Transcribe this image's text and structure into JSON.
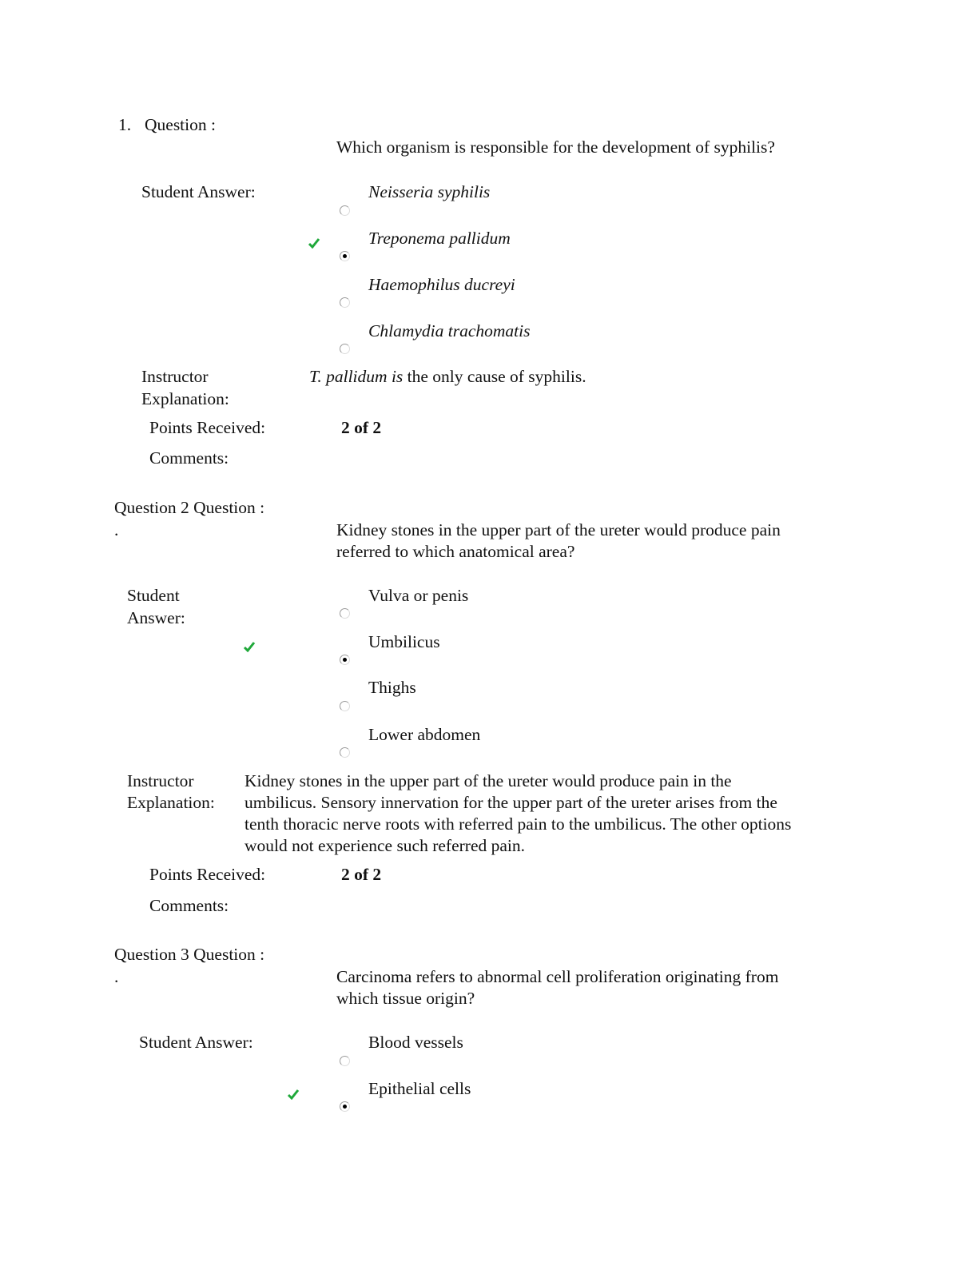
{
  "questions": [
    {
      "number_label": "1.",
      "question_label": "Question :",
      "prompt": "Which organism is responsible for the development of syphilis?",
      "student_answer_label": "Student Answer:",
      "options": [
        {
          "text": "Neisseria syphilis",
          "selected": false,
          "correct": false
        },
        {
          "text": "Treponema pallidum",
          "selected": true,
          "correct": true
        },
        {
          "text": "Haemophilus ducreyi",
          "selected": false,
          "correct": false
        },
        {
          "text": "Chlamydia trachomatis",
          "selected": false,
          "correct": false
        }
      ],
      "explanation_label_1": "Instructor",
      "explanation_label_2": "Explanation:",
      "explanation_italic_1": "T. pallidum",
      "explanation_italic_2": "is",
      "explanation_rest": "the only cause of syphilis.",
      "points_label": "Points Received:",
      "points_value": "2 of 2",
      "comments_label": "Comments:"
    },
    {
      "question_label": "Question 2 Question :",
      "dot": ".",
      "prompt_line_1": "Kidney stones in the upper part of the ureter would produce pain",
      "prompt_line_2": "referred to which anatomical area?",
      "student_answer_label_1": "Student",
      "student_answer_label_2": "Answer:",
      "options": [
        {
          "text": "Vulva or penis",
          "selected": false,
          "correct": false
        },
        {
          "text": "Umbilicus",
          "selected": true,
          "correct": true
        },
        {
          "text": "Thighs",
          "selected": false,
          "correct": false
        },
        {
          "text": "Lower abdomen",
          "selected": false,
          "correct": false
        }
      ],
      "explanation_label_1": "Instructor",
      "explanation_label_2": "Explanation:",
      "explanation_lines": [
        "Kidney stones in the upper part of the ureter would produce pain in the",
        "umbilicus. Sensory innervation for the upper part of the ureter arises from the",
        "tenth thoracic nerve roots with referred pain to the umbilicus. The other options",
        "would not experience such referred pain."
      ],
      "points_label": "Points Received:",
      "points_value": "2 of 2",
      "comments_label": "Comments:"
    },
    {
      "question_label": "Question 3 Question :",
      "dot": ".",
      "prompt_line_1": "Carcinoma refers to abnormal cell proliferation originating from",
      "prompt_line_2": "which tissue origin?",
      "student_answer_label": "Student Answer:",
      "options": [
        {
          "text": "Blood vessels",
          "selected": false,
          "correct": false
        },
        {
          "text": "Epithelial cells",
          "selected": true,
          "correct": true
        }
      ]
    }
  ],
  "colors": {
    "check_green": "#1fa83a",
    "text": "#111111"
  },
  "icons": {
    "correct": "check-icon",
    "radio": "radio-button"
  }
}
